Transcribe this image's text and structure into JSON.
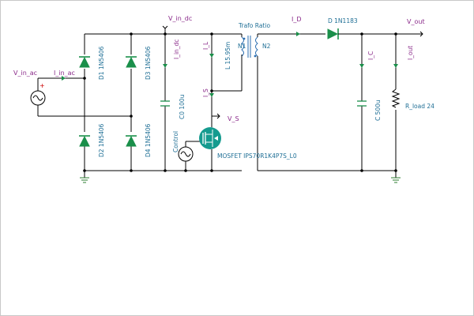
{
  "labels": {
    "v_in_ac": "V_in_ac",
    "i_in_ac": "I_in_ac",
    "v_in_dc": "V_in_dc",
    "i_in_dc": "I_in_dc",
    "trafo_ratio": "Trafo Ratio",
    "i_d": "I_D",
    "v_out": "V_out",
    "i_l": "I_L",
    "i_s": "I_S",
    "v_s": "V_S",
    "i_c": "I_C",
    "i_out": "I_out",
    "control": "Control",
    "d1": "D1 1N5406",
    "d2": "D2 1N5406",
    "d3": "D3 1N5406",
    "d4": "D4 1N5406",
    "c0": "C0 100u",
    "l": "L 15.95m",
    "n1": "N1",
    "n2": "N2",
    "d_out": "D 1N1183",
    "c_out": "C 500u",
    "r_load": "R_load 24",
    "mosfet": "MOSFET IPS70R1K4P7S_L0"
  },
  "colors": {
    "component_label": "#1e6e95",
    "meter_label": "#8a2a8a",
    "diode": "#1a8f4a",
    "ground": "#2e7d32",
    "mosfet": "#159b8f",
    "winding": "#2a6db0"
  }
}
